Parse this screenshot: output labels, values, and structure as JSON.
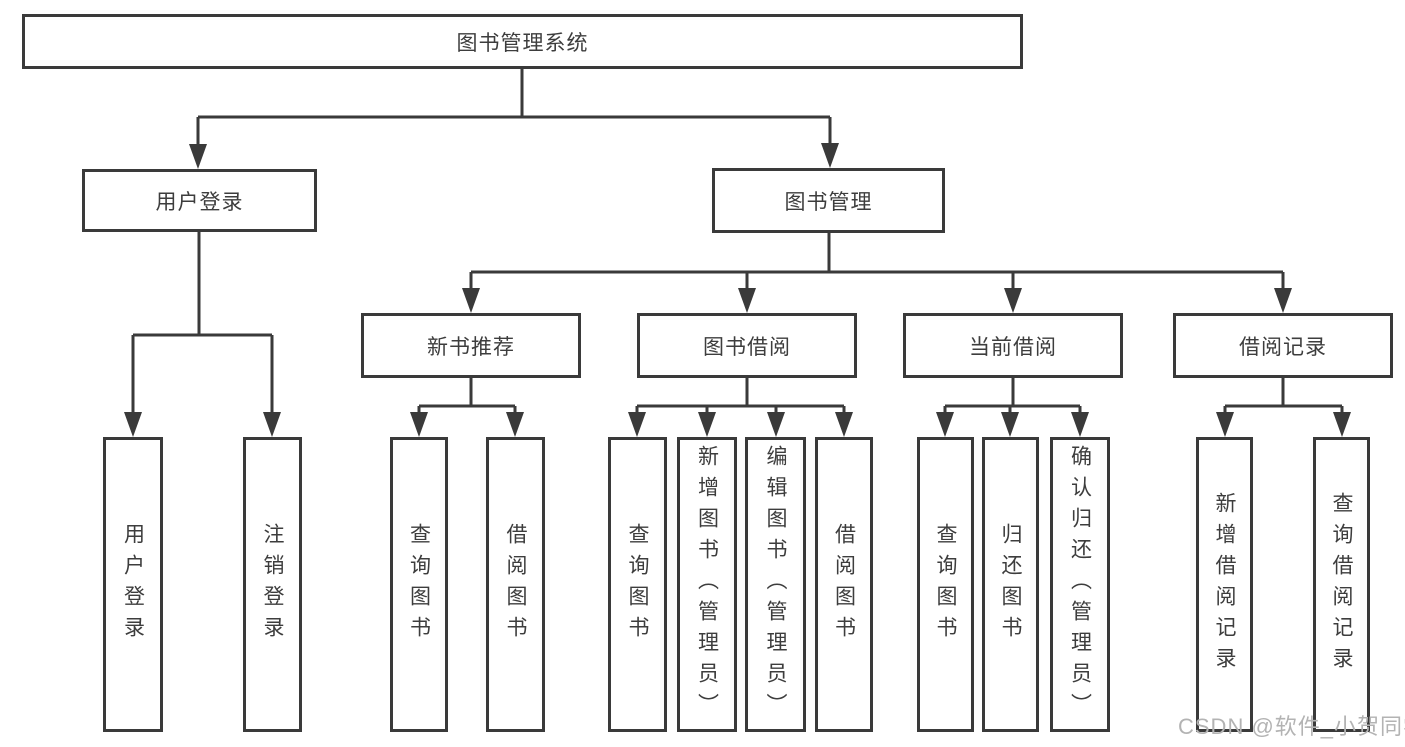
{
  "diagram_type": "hierarchy-tree",
  "tree": {
    "label": "图书管理系统",
    "children": [
      {
        "label": "用户登录",
        "children": [
          {
            "label": "用户登录"
          },
          {
            "label": "注销登录"
          }
        ]
      },
      {
        "label": "图书管理",
        "children": [
          {
            "label": "新书推荐",
            "children": [
              {
                "label": "查询图书"
              },
              {
                "label": "借阅图书"
              }
            ]
          },
          {
            "label": "图书借阅",
            "children": [
              {
                "label": "查询图书"
              },
              {
                "label": "新增图书（管理员）"
              },
              {
                "label": "编辑图书（管理员）"
              },
              {
                "label": "借阅图书"
              }
            ]
          },
          {
            "label": "当前借阅",
            "children": [
              {
                "label": "查询图书"
              },
              {
                "label": "归还图书"
              },
              {
                "label": "确认归还（管理员）"
              }
            ]
          },
          {
            "label": "借阅记录",
            "children": [
              {
                "label": "新增借阅记录"
              },
              {
                "label": "查询借阅记录"
              }
            ]
          }
        ]
      }
    ]
  },
  "watermark": {
    "text": "CSDN @软件_小贺同学"
  },
  "colors": {
    "line": "#3a3a3a",
    "node_border": "#3a3a3a",
    "node_text": "#3d3d3d",
    "background": "#ffffff",
    "watermark": "#b3b3b3"
  }
}
